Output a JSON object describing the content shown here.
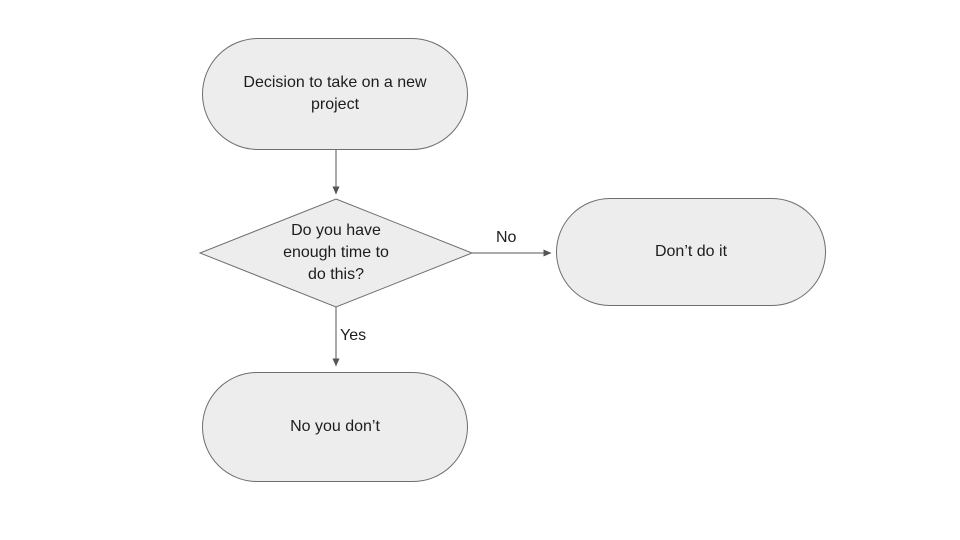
{
  "diagram": {
    "type": "flowchart",
    "nodes": [
      {
        "id": "start",
        "shape": "stadium",
        "label": "Decision to take on a new project"
      },
      {
        "id": "decision",
        "shape": "diamond",
        "label": "Do you have enough time to do this?"
      },
      {
        "id": "dont",
        "shape": "stadium",
        "label": "Don’t do it"
      },
      {
        "id": "noyoudont",
        "shape": "stadium",
        "label": "No you don’t"
      }
    ],
    "edges": [
      {
        "from": "start",
        "to": "decision",
        "label": ""
      },
      {
        "from": "decision",
        "to": "dont",
        "label": "No"
      },
      {
        "from": "decision",
        "to": "noyoudont",
        "label": "Yes"
      }
    ],
    "colors": {
      "background": "#ffffff",
      "node_fill": "#ededed",
      "node_border": "#6e6e6e",
      "arrow": "#555555",
      "text": "#1d1d1d"
    }
  }
}
